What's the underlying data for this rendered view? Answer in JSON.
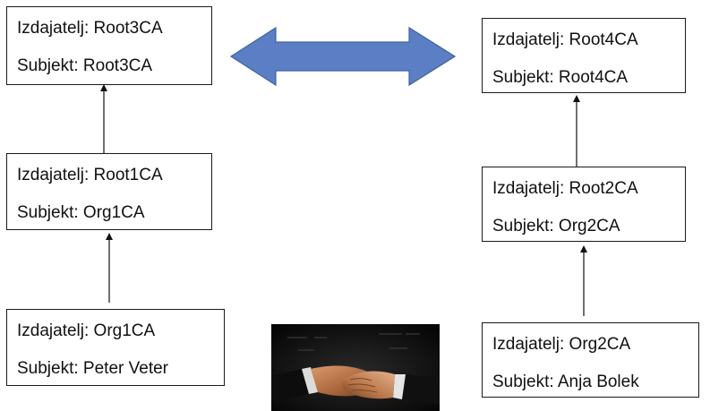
{
  "certificates": {
    "root3": {
      "issuer": "Izdajatelj: Root3CA",
      "subject": "Subjekt: Root3CA"
    },
    "root4": {
      "issuer": "Izdajatelj: Root4CA",
      "subject": "Subjekt: Root4CA"
    },
    "org1": {
      "issuer": "Izdajatelj: Root1CA",
      "subject": "Subjekt: Org1CA"
    },
    "org2": {
      "issuer": "Izdajatelj: Root2CA",
      "subject": "Subjekt: Org2CA"
    },
    "peter": {
      "issuer": "Izdajatelj: Org1CA",
      "subject": "Subjekt: Peter Veter"
    },
    "anja": {
      "issuer": "Izdajatelj: Org2CA",
      "subject": "Subjekt: Anja Bolek"
    }
  },
  "colors": {
    "cross_arrow_fill": "#5b7ec4",
    "cross_arrow_stroke": "#41649c",
    "box_border": "#1a1a1a",
    "text": "#111111"
  },
  "icons": {
    "cross_certification": "double-arrow-icon",
    "trust": "handshake-photo"
  }
}
